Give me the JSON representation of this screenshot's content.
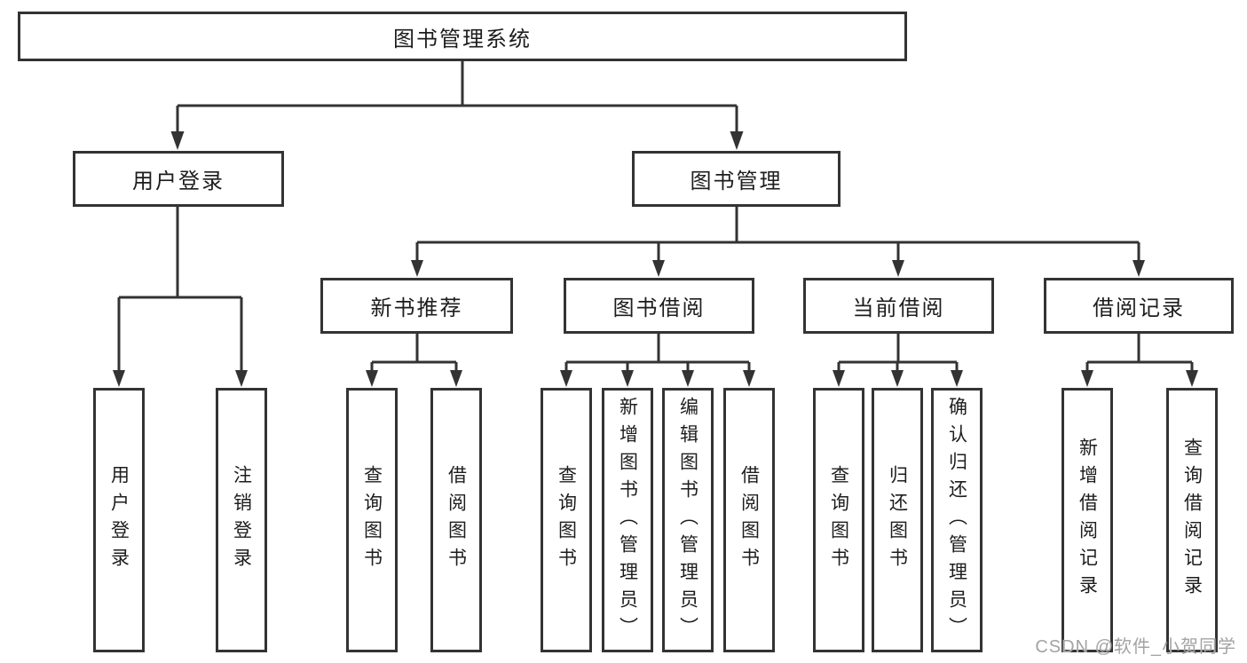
{
  "diagram": {
    "title_node": {
      "label": "图书管理系统"
    },
    "level2": [
      {
        "label": "用户登录"
      },
      {
        "label": "图书管理"
      }
    ],
    "level3": [
      {
        "label": "新书推荐"
      },
      {
        "label": "图书借阅"
      },
      {
        "label": "当前借阅"
      },
      {
        "label": "借阅记录"
      }
    ],
    "leaves": [
      {
        "label": "用户登录",
        "parent": "用户登录"
      },
      {
        "label": "注销登录",
        "parent": "用户登录"
      },
      {
        "label": "查询图书",
        "parent": "新书推荐"
      },
      {
        "label": "借阅图书",
        "parent": "新书推荐"
      },
      {
        "label": "查询图书",
        "parent": "图书借阅"
      },
      {
        "label": "新增图书（管理员）",
        "parent": "图书借阅"
      },
      {
        "label": "编辑图书（管理员）",
        "parent": "图书借阅"
      },
      {
        "label": "借阅图书",
        "parent": "图书借阅"
      },
      {
        "label": "查询图书",
        "parent": "当前借阅"
      },
      {
        "label": "归还图书",
        "parent": "当前借阅"
      },
      {
        "label": "确认归还（管理员）",
        "parent": "当前借阅"
      },
      {
        "label": "新增借阅记录",
        "parent": "借阅记录"
      },
      {
        "label": "查询借阅记录",
        "parent": "借阅记录"
      }
    ],
    "colors": {
      "line": "#333333",
      "box_border": "#333333",
      "text": "#1d1d1d",
      "watermark": "#a3a3a3",
      "background": "#ffffff"
    }
  },
  "watermark": {
    "text": "CSDN @软件_小贺同学"
  }
}
